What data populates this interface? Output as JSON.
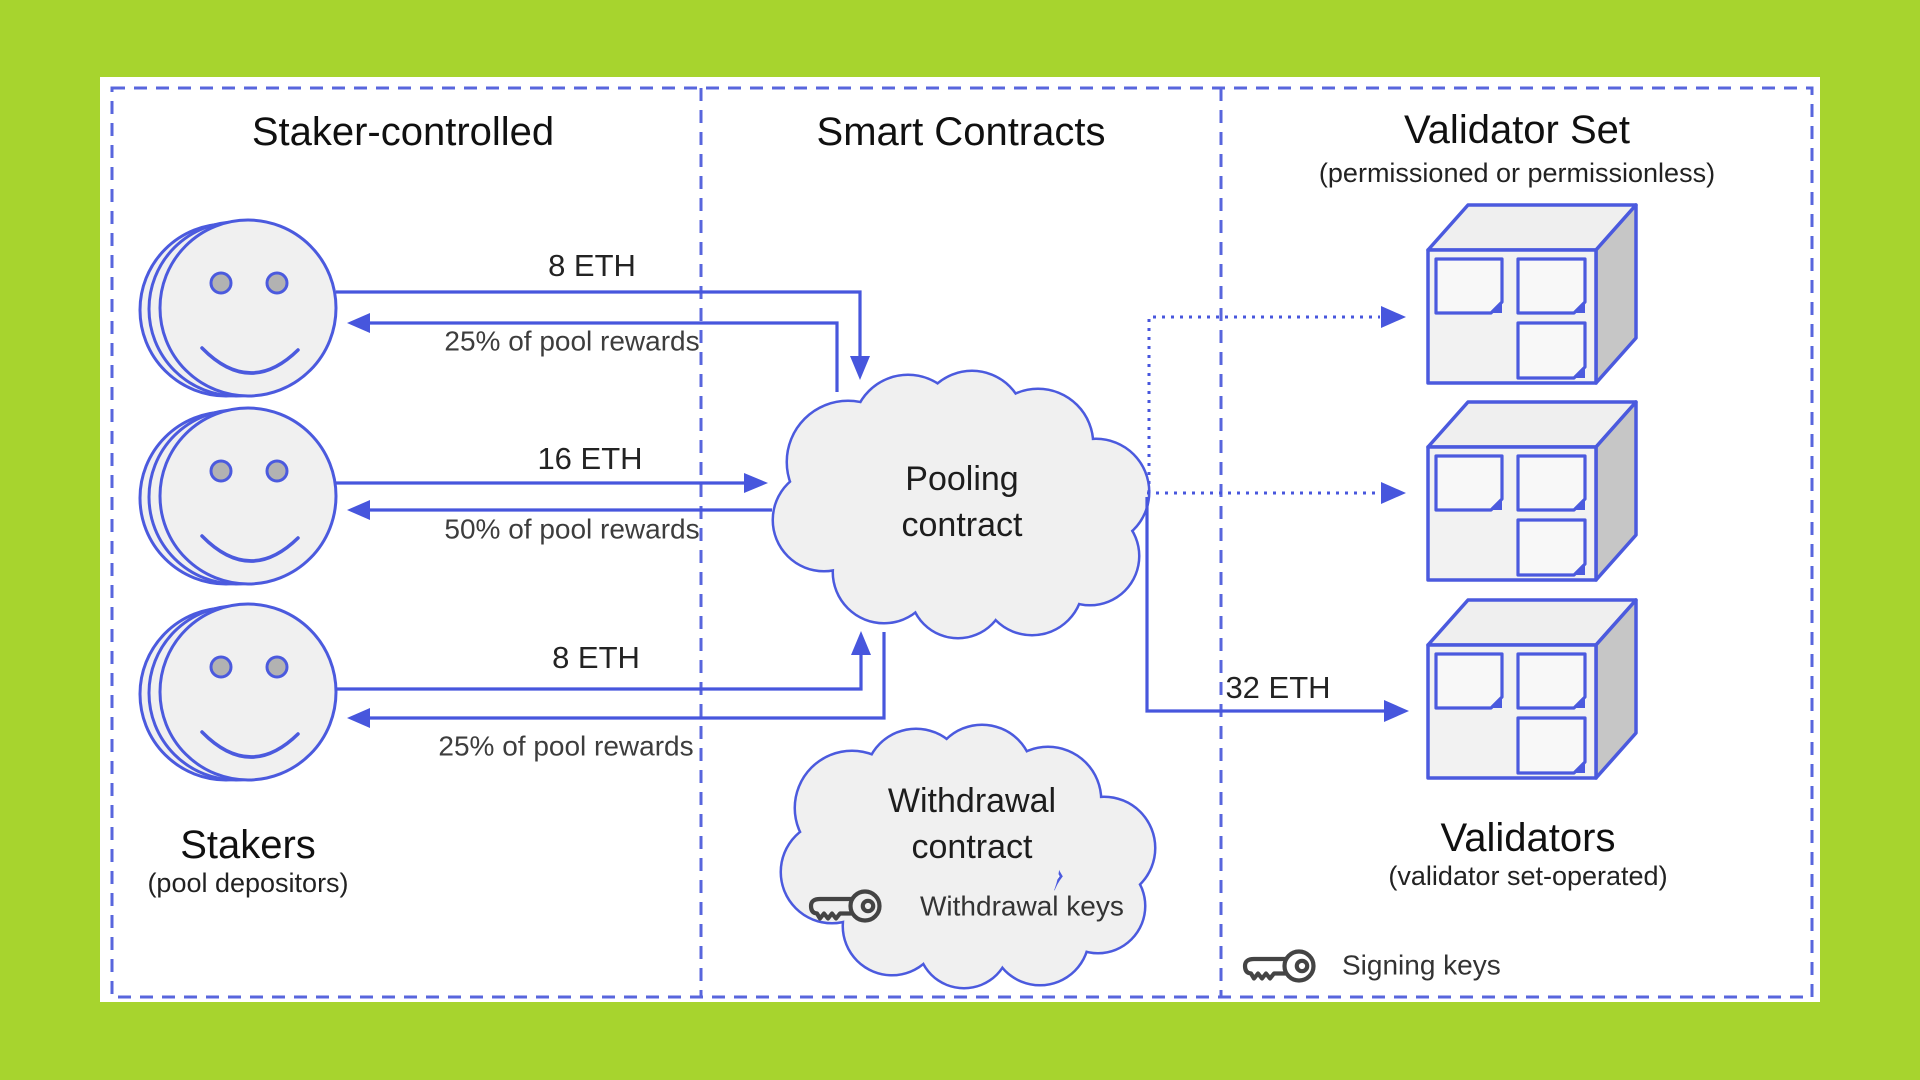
{
  "columns": {
    "staker": {
      "title": "Staker-controlled",
      "group_label": "Stakers",
      "group_sublabel": "(pool depositors)"
    },
    "contracts": {
      "title": "Smart Contracts"
    },
    "validator": {
      "title": "Validator Set",
      "subtitle": "(permissioned or permissionless)",
      "group_label": "Validators",
      "group_sublabel": "(validator set-operated)",
      "signing_keys_label": "Signing keys"
    }
  },
  "flows": {
    "staker1": {
      "deposit": "8 ETH",
      "reward": "25% of pool rewards"
    },
    "staker2": {
      "deposit": "16 ETH",
      "reward": "50% of pool rewards"
    },
    "staker3": {
      "deposit": "8 ETH",
      "reward": "25% of pool rewards"
    },
    "validator_stake": "32 ETH"
  },
  "clouds": {
    "pooling": {
      "line1": "Pooling",
      "line2": "contract"
    },
    "withdrawal": {
      "line1": "Withdrawal",
      "line2": "contract",
      "keys_label": "Withdrawal keys"
    }
  },
  "icons": {
    "withdrawal_key": "key-icon",
    "signing_key": "key-icon"
  },
  "colors": {
    "background_green": "#a7d42e",
    "panel_white": "#ffffff",
    "diagram_blue": "#4756dd",
    "shape_fill_gray": "#f0f0f0",
    "cube_side_gray": "#c6c6c6",
    "key_stroke_gray": "#444444",
    "text_dark": "#101010"
  }
}
